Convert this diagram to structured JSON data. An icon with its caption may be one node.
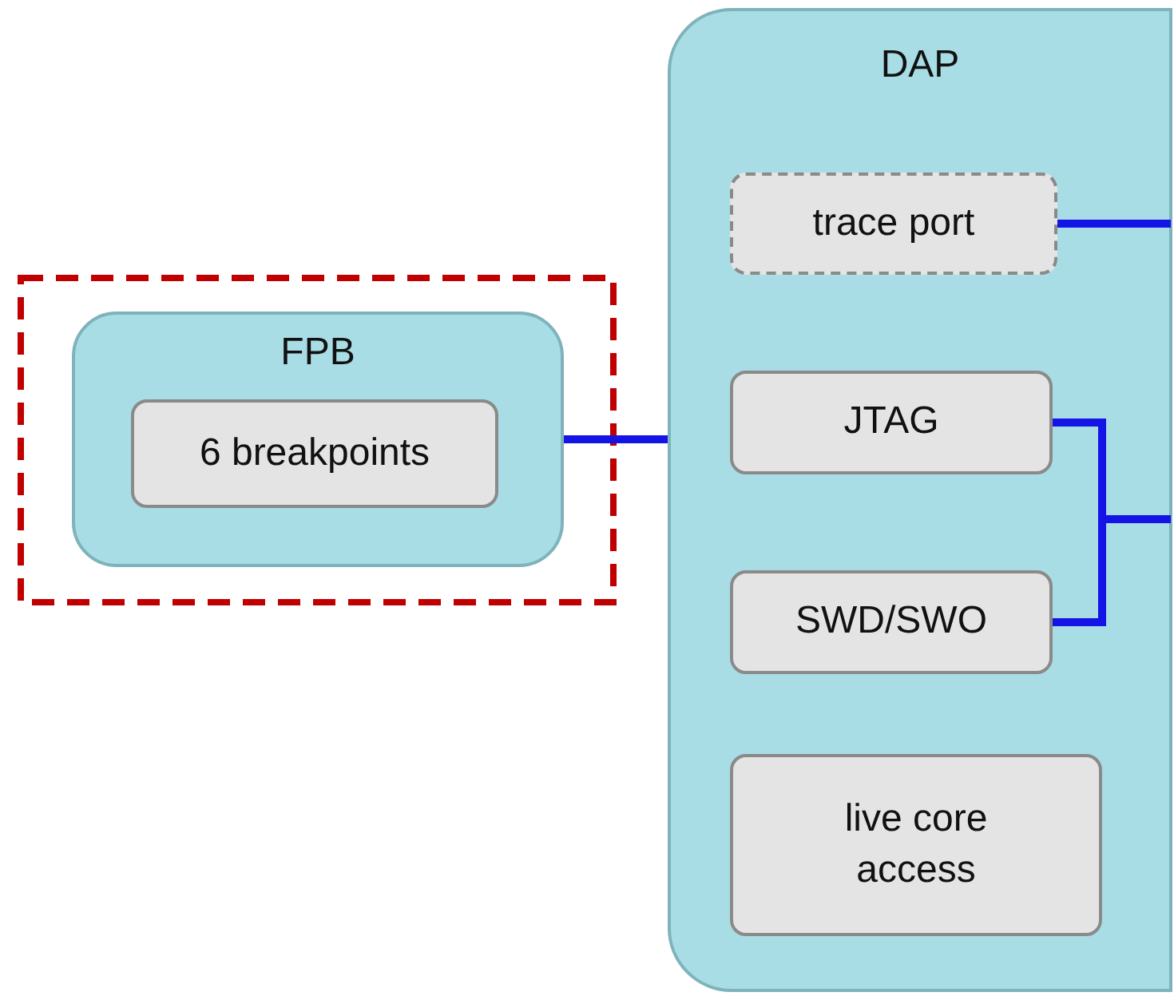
{
  "diagram": {
    "nodes": [
      {
        "text": [
          "FPB"
        ]
      },
      {
        "text": [
          "6 breakpoints"
        ],
        "in": 0
      },
      {
        "text": [
          "DAP"
        ]
      },
      {
        "text": [
          "trace port"
        ],
        "in": 2
      },
      {
        "text": [
          "JTAG"
        ],
        "in": 2
      },
      {
        "text": [
          "SWD/SWO"
        ],
        "in": 2
      },
      {
        "text": [
          "live core access"
        ],
        "in": 2
      }
    ],
    "edges": [
      {
        "from": 0,
        "to": 2,
        "arrow": "none"
      },
      {
        "from": 3,
        "to": null,
        "arrow": "none"
      },
      {
        "from": 4,
        "to": null,
        "arrow": "none"
      },
      {
        "from": 5,
        "to": null,
        "arrow": "none"
      }
    ]
  }
}
